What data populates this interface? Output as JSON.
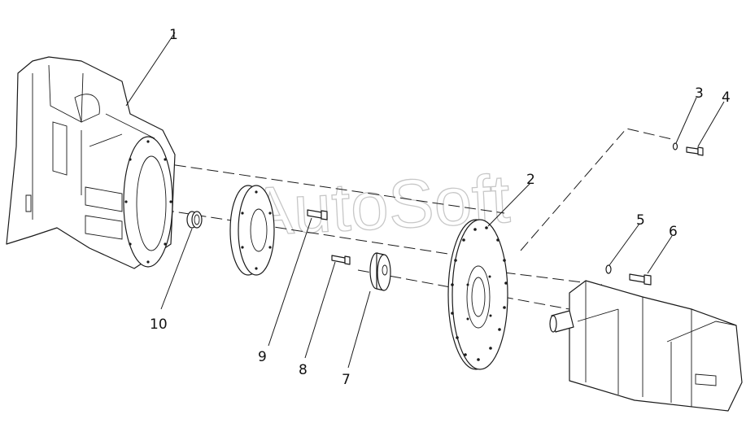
{
  "watermark": "AutoSoft",
  "callouts": {
    "n1": "1",
    "n2": "2",
    "n3": "3",
    "n4": "4",
    "n5": "5",
    "n6": "6",
    "n7": "7",
    "n8": "8",
    "n9": "9",
    "n10": "10"
  }
}
